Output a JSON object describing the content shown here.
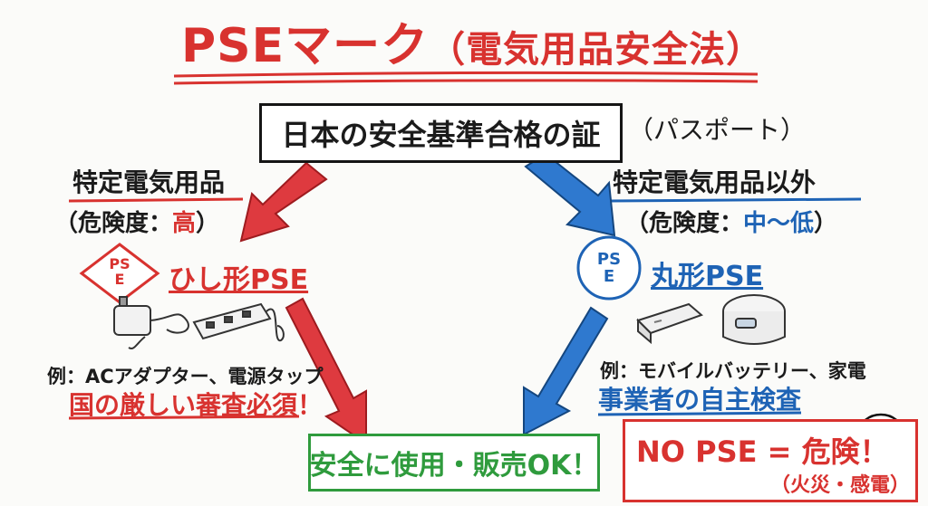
{
  "title": {
    "main": "PSEマーク",
    "sub": "（電気用品安全法）"
  },
  "center_box": "日本の安全基準合格の証",
  "center_note": "（パスポート）",
  "left": {
    "category": "特定電気用品",
    "risk_prefix": "（危険度：",
    "risk_level": "高",
    "risk_suffix": "）",
    "mark_letters": [
      "PS",
      "E"
    ],
    "mark_name": "ひし形PSE",
    "example": "例：ACアダプター、電源タップ",
    "inspection": "国の厳しい審査必須！"
  },
  "right": {
    "category": "特定電気用品以外",
    "risk_prefix": "（危険度：",
    "risk_level": "中～低",
    "risk_suffix": "）",
    "mark_letters": [
      "PS",
      "E"
    ],
    "mark_name": "丸形PSE",
    "example": "例：モバイルバッテリー、家電",
    "inspection": "事業者の自主検査"
  },
  "result_ok": "安全に使用・販売OK！",
  "warning": {
    "main": "NO PSE = 危険！",
    "sub": "（火災・感電）"
  },
  "colors": {
    "red": "#d8322f",
    "blue": "#1e63b5",
    "green": "#2f9b3d",
    "ink": "#1b1b1b"
  },
  "icons": [
    "ac-adapter-icon",
    "power-strip-icon",
    "power-bank-icon",
    "rice-cooker-icon",
    "skull-icon"
  ]
}
